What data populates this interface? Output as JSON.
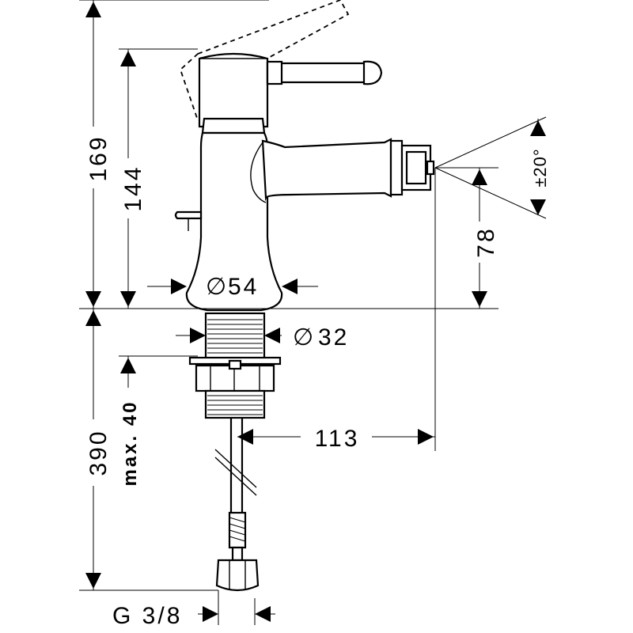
{
  "dimensions": {
    "total_height": "169",
    "spout_height": "144",
    "spout_to_base": "78",
    "spray_angle": "±20°",
    "base_diameter": "54",
    "shank_diameter": "32",
    "reach": "113",
    "hose_length": "390",
    "max_mount_thickness": "max. 40",
    "thread": "G 3/8"
  },
  "diameter_symbol": "∅"
}
